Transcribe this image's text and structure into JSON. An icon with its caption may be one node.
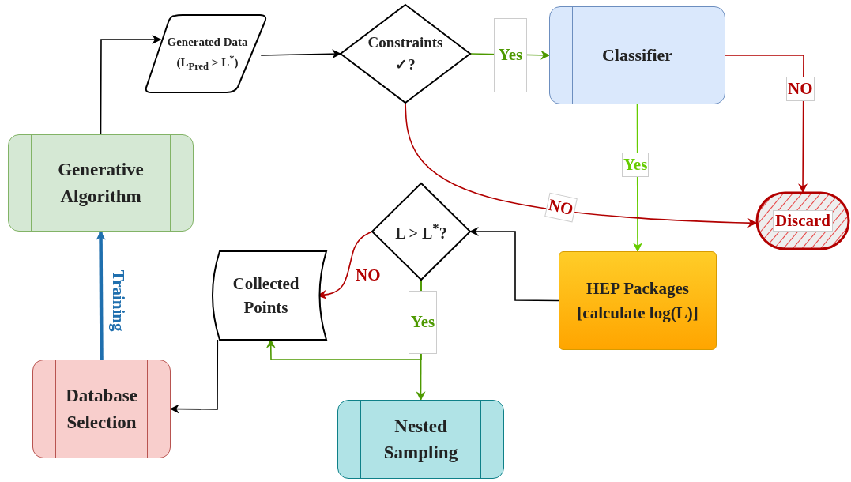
{
  "diagram": {
    "nodes": [
      {
        "text": [
          "Generative Algorithm"
        ]
      },
      {
        "text": [
          "Generated Data (L$_{Pred}$ > L$^{*}$)"
        ]
      },
      {
        "text": [
          "Constraints ✓?"
        ]
      },
      {
        "text": [
          "Classifier"
        ]
      },
      {
        "text": [
          "Discard"
        ]
      },
      {
        "text": [
          "L > L$^{*}$?"
        ]
      },
      {
        "text": [
          "HEP Packages [calculate log(L)]"
        ]
      },
      {
        "text": [
          "Collected Points"
        ]
      },
      {
        "text": [
          "Database Selection"
        ]
      },
      {
        "text": [
          "Nested Sampling"
        ]
      }
    ],
    "edges": [
      {
        "from": 0,
        "to": 1,
        "arrow": "to"
      },
      {
        "from": 1,
        "to": 2,
        "arrow": "to"
      },
      {
        "from": 2,
        "to": 3,
        "arrow": "to",
        "label": "Yes",
        "color": "#4d9900"
      },
      {
        "from": 3,
        "to": 4,
        "arrow": "to",
        "label": "NO",
        "color": "#b20000"
      },
      {
        "from": 3,
        "to": 6,
        "arrow": "to",
        "label": "Yes",
        "color": "#66cc00"
      },
      {
        "from": 2,
        "to": 4,
        "arrow": "to",
        "label": "NO",
        "color": "#b20000"
      },
      {
        "from": 6,
        "to": 5,
        "arrow": "to"
      },
      {
        "from": 5,
        "to": 7,
        "arrow": "to",
        "label": "NO",
        "color": "#b20000"
      },
      {
        "from": 5,
        "to": 9,
        "arrow": "to",
        "label": "Yes",
        "color": "#4d9900"
      },
      {
        "from": 5,
        "to": 7,
        "arrow": "to",
        "color": "#4d9900"
      },
      {
        "from": 7,
        "to": 8,
        "arrow": "to"
      },
      {
        "from": 8,
        "to": 0,
        "arrow": "to",
        "label": "Training",
        "style": "thick",
        "color": "#1f6fae"
      }
    ]
  }
}
